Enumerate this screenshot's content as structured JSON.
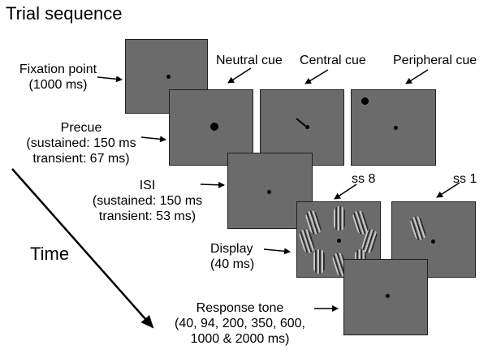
{
  "title": "Trial sequence",
  "time_label": "Time",
  "stages": {
    "fixation": {
      "line1": "Fixation point",
      "line2": "(1000 ms)"
    },
    "precue": {
      "line1": "Precue",
      "line2": "(sustained: 150 ms",
      "line3": "transient: 67 ms)"
    },
    "isi": {
      "line1": "ISI",
      "line2": "(sustained: 150 ms",
      "line3": "transient: 53 ms)"
    },
    "display": {
      "line1": "Display",
      "line2": "(40 ms)"
    },
    "response": {
      "line1": "Response tone",
      "line2": "(40, 94, 200, 350, 600,",
      "line3": "1000 & 2000 ms)"
    }
  },
  "cue_types": {
    "neutral": "Neutral cue",
    "central": "Central cue",
    "peripheral": "Peripheral cue"
  },
  "set_sizes": {
    "ss8": "ss 8",
    "ss1": "ss 1"
  }
}
